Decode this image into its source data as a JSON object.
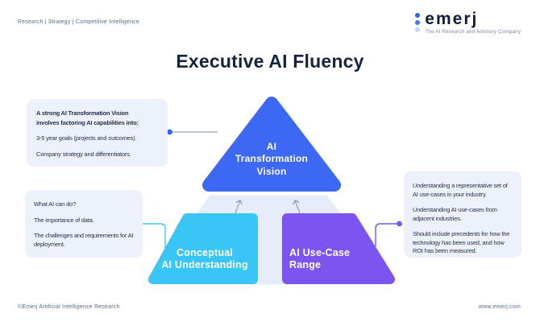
{
  "header": {
    "tagline_left": "Research | Strategy | Competitive Intelligence"
  },
  "logo": {
    "wordmark": "emerj",
    "tagline": "The AI Research and Advisory Company",
    "dot_colors": [
      "#2a66e8",
      "#3c79ec",
      "#c3d6f4"
    ]
  },
  "title": "Executive AI Fluency",
  "pyramid": {
    "top": {
      "label_lines": [
        "AI",
        "Transformation",
        "Vision"
      ],
      "color": "#3d68f4"
    },
    "left": {
      "label_lines": [
        "Conceptual",
        "AI Understanding"
      ],
      "color": "#39c6f6"
    },
    "right": {
      "label_lines": [
        "AI Use-Case",
        "Range"
      ],
      "color": "#7c55f0"
    },
    "middle_band_color": "#e6ecf9"
  },
  "callouts": {
    "vision": {
      "intro_lines": [
        "A strong AI Transformation Vision",
        "involves factoring AI capabilities into:"
      ],
      "items": [
        "3-5 year goals (projects and outcomes).",
        "Company strategy and differentiators."
      ]
    },
    "understanding": {
      "items": [
        "What AI can do?",
        "The importance of data.",
        "The challenges and requirements for AI deployment."
      ]
    },
    "usecase": {
      "items": [
        "Understanding a representative set of AI use-cases in your industry.",
        "Understanding AI use-cases from adjacent industries.",
        "Should include precedents for how the technology has been used, and how ROI has been measured."
      ]
    }
  },
  "footer": {
    "left": "©Emerj Artificial Intelligence Research",
    "right": "www.emerj.com"
  },
  "colors": {
    "triangle_blue": "#3d68f4",
    "cyan": "#39c6f6",
    "purple": "#7c55f0",
    "callout_bg": "#edf1fb",
    "faded_band": "#e6ecf9",
    "title_navy": "#15243e",
    "connector_gray_blue": "#90a7cb",
    "arrow_gray": "#97a0b0"
  }
}
